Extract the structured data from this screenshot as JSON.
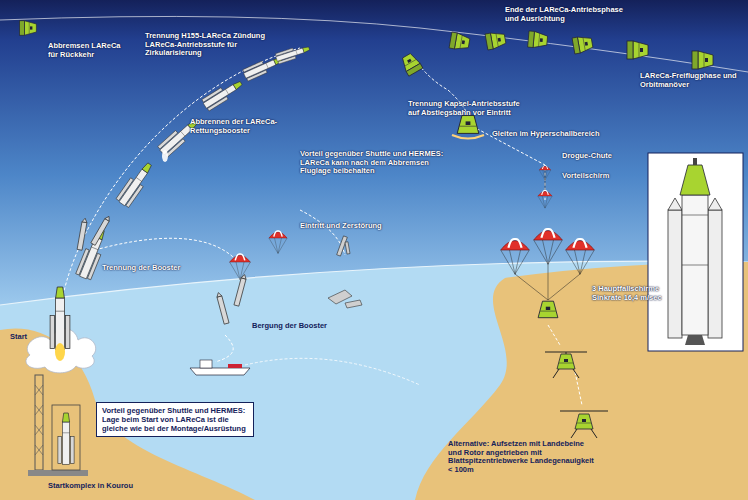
{
  "diagram": {
    "nodes": [
      {
        "text": [
          "Vorteil gegenüber Shuttle und HERMES: Lage beim Start von LAReCa ist die gleiche wie bei der Montage/Ausrüstung"
        ]
      }
    ],
    "labels": [
      "Abbremsen LAReCa für Rückkehr",
      "Trennung H155-LAReCa Zündung LAReCa-Antriebsstufe für Zirkularisierung",
      "Ende der LAReCa-Antriebsphase und Ausrichtung",
      "LAReCa-Freiflugphase und Orbitmanöver",
      "Abbrennen der LAReCa-Rettungsbooster",
      "Trennung Kapsel-Antriebsstufe auf Abstiegsbahn vor Eintritt",
      "Gleiten im Hyperschallbereich",
      "Vorteil gegenüber Shuttle und HERMES: LAReCa kann nach dem Abbremsen Fluglage beibehalten",
      "Drogue-Chute",
      "Vorteilschirm",
      "Eintritt und Zerstörung",
      "Trennung der Booster",
      "Bergung der Booster",
      "Start",
      "3 Hauptfallschirme Sinkrate 16,4 m/sec",
      "Alternative: Aufsetzen mit Landebeine und Rotor angetrieben mit Blattspitzentriebwerke Landegenauigkeit < 100m",
      "Startkomplex in Kourou"
    ]
  }
}
